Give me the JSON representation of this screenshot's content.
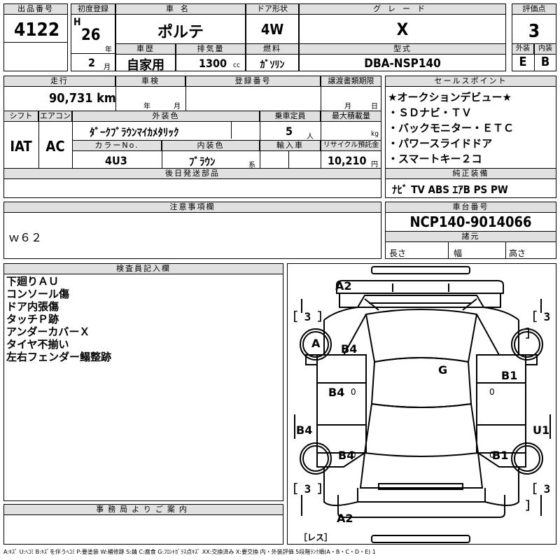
{
  "header": {
    "lot_label": "出品番号",
    "lot": "4122",
    "first_reg_label": "初度登録",
    "era": "H",
    "year": "26",
    "year_unit": "年",
    "month": "2",
    "month_unit": "月",
    "name_label": "車名",
    "name": "ポルテ",
    "door_label": "ドア形状",
    "door": "4W",
    "grade_label": "グレード",
    "grade": "X",
    "score_label": "評価点",
    "score": "3",
    "history_label": "車歴",
    "history": "自家用",
    "displacement_label": "排気量",
    "displacement": "1300",
    "displacement_unit": "cc",
    "fuel_label": "燃料",
    "fuel": "ｶﾞｿﾘﾝ",
    "model_label": "型式",
    "model": "DBA-NSP140",
    "exterior_label": "外装",
    "exterior": "E",
    "interior_label": "内装",
    "interior": "B"
  },
  "details": {
    "mileage_label": "走行",
    "mileage": "90,731 km",
    "inspection_label": "車検",
    "inspection_year_unit": "年",
    "inspection_month_unit": "月",
    "reg_no_label": "登録番号",
    "transfer_label": "譲渡書類期限",
    "transfer_month_unit": "月",
    "transfer_day_unit": "日",
    "shift_label": "シフト",
    "shift": "IAT",
    "ac_label": "エアコン",
    "ac": "AC",
    "ext_color_label": "外装色",
    "ext_color": "ﾀﾞｰｸﾌﾞﾗｳﾝﾏｲｶﾒﾀﾘｯｸ",
    "capacity_label": "乗車定員",
    "capacity": "5",
    "capacity_unit": "人",
    "max_load_label": "最大積載量",
    "max_load_unit": "kg",
    "color_no_label": "カラーNo.",
    "color_no": "4U3",
    "int_color_label": "内装色",
    "int_color": "ﾌﾞﾗｳﾝ",
    "int_color_suffix": "系",
    "import_label": "輸入車",
    "recycle_label": "リサイクル預託金",
    "recycle": "10,210",
    "recycle_unit": "円",
    "later_parts_label": "後日発送部品"
  },
  "sales_points": {
    "label": "セールスポイント",
    "items": [
      "★オークションデビュー★",
      "・ＳＤナビ・ＴＶ",
      "・バックモニター・ＥＴＣ",
      "・パワースライドドア",
      "・スマートキー２コ"
    ],
    "equipment_label": "純正装備",
    "equipment": "ﾅﾋﾞ TV ABS ｴｱB PS PW"
  },
  "caution": {
    "label": "注意事項欄",
    "text": "ｗ６２"
  },
  "chassis": {
    "label": "車台番号",
    "number": "NCP140-9014066",
    "specs_label": "諸元",
    "length_label": "長さ",
    "width_label": "幅",
    "height_label": "高さ"
  },
  "inspector": {
    "label": "検査員記入欄",
    "notes": [
      "下廻りＡＵ",
      "コンソール傷",
      "ドア内張傷",
      "タッチＰ跡",
      "アンダーカバーＸ",
      "タイヤ不揃い",
      "左右フェンダー鳎整跡"
    ]
  },
  "office": {
    "label": "事務局よりご案内"
  },
  "diagram": {
    "marks": {
      "front_bumper": "A2",
      "rear_bumper": "A2",
      "tire_fl": "［ 3 ］",
      "tire_fr": "［ 3 ］",
      "tire_rl": "［ 3 ］",
      "tire_rr": "［ 3 ］",
      "wheel_fl": "A",
      "left_fender_front": "B4",
      "left_front_door": "B4",
      "left_rocker": "B4",
      "left_rear": "B4",
      "roof": "G",
      "right_front": "B1",
      "right_rocker": "U1",
      "right_rear": "B1",
      "rear_label": "［レス］",
      "zero": "0"
    }
  },
  "legend": "A:ｷｽﾞ U:ﾍｺﾐ B:ｷｽﾞを伴うﾍｺﾐ P:要塗装 W:補修跡 S:錆 C:腐食 G:ﾌﾛﾝﾄｶﾞﾗｽ点ｷｽﾞ XX:交換済み X:要交換 内・外装評価 5段階ﾗﾝｸ順(A・B・C・D・E) 1"
}
